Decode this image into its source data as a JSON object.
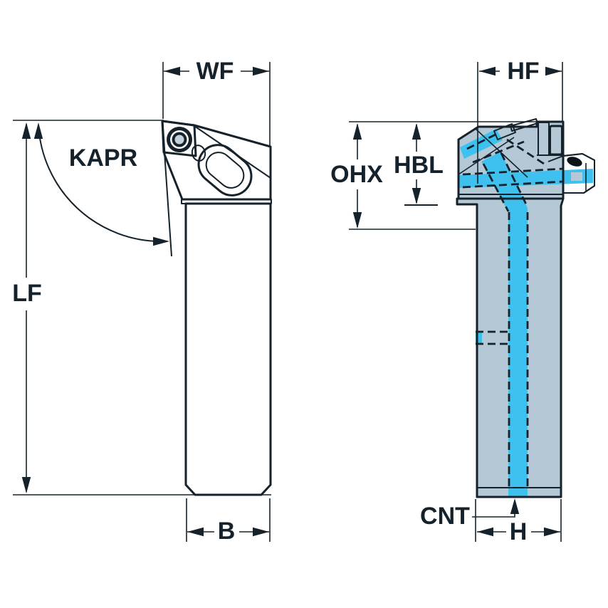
{
  "figure": {
    "type": "technical-dimension-drawing",
    "description": "Turning tool holder with coolant channels shown in two orthographic views",
    "views": [
      {
        "id": "front-view",
        "shown_dimensions": [
          "WF",
          "KAPR",
          "LF",
          "B"
        ]
      },
      {
        "id": "side-view",
        "shown_dimensions": [
          "HF",
          "OHX",
          "HBL",
          "CNT",
          "H"
        ]
      }
    ]
  },
  "labels": {
    "wf": "WF",
    "kapr": "KAPR",
    "lf": "LF",
    "b": "B",
    "hf": "HF",
    "ohx": "OHX",
    "hbl": "HBL",
    "cnt": "CNT",
    "h": "H"
  },
  "colors": {
    "body": "#b4c8d5",
    "body_shadow": "#a8bcc9",
    "insert_yellow": "#fdc500",
    "coolant_cyan": "#3ec1ee",
    "line_dark": "#15222b",
    "background": "#ffffff"
  }
}
